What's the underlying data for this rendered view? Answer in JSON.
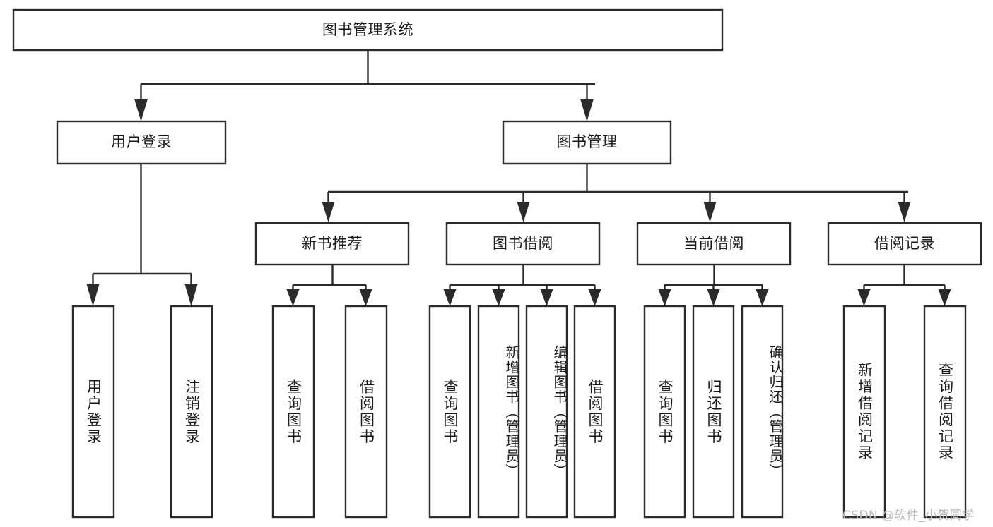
{
  "diagram": {
    "title": "图书管理系统",
    "watermark": "CSDN @软件_小贺同学",
    "colors": {
      "stroke": "#2b2b2b",
      "fill": "#ffffff",
      "text": "#1a1a1a",
      "watermark": "#b9b9b9",
      "background": "#ffffff"
    },
    "root": {
      "label": "图书管理系统",
      "orientation": "horizontal"
    },
    "level2": [
      {
        "label": "用户登录",
        "orientation": "horizontal"
      },
      {
        "label": "图书管理",
        "orientation": "horizontal"
      }
    ],
    "level3": [
      {
        "label": "新书推荐",
        "orientation": "horizontal"
      },
      {
        "label": "图书借阅",
        "orientation": "horizontal"
      },
      {
        "label": "当前借阅",
        "orientation": "horizontal"
      },
      {
        "label": "借阅记录",
        "orientation": "horizontal"
      }
    ],
    "leaves": {
      "user_login": [
        {
          "label": "用户登录",
          "orientation": "vertical"
        },
        {
          "label": "注销登录",
          "orientation": "vertical"
        }
      ],
      "new_book_recommend": [
        {
          "label": "查询图书",
          "orientation": "vertical"
        },
        {
          "label": "借阅图书",
          "orientation": "vertical"
        }
      ],
      "book_borrow": [
        {
          "label": "查询图书",
          "orientation": "vertical"
        },
        {
          "label": "新增图书（管理员）",
          "orientation": "vertical"
        },
        {
          "label": "编辑图书（管理员）",
          "orientation": "vertical"
        },
        {
          "label": "借阅图书",
          "orientation": "vertical"
        }
      ],
      "current_borrow": [
        {
          "label": "查询图书",
          "orientation": "vertical"
        },
        {
          "label": "归还图书",
          "orientation": "vertical"
        },
        {
          "label": "确认归还（管理员）",
          "orientation": "vertical"
        }
      ],
      "borrow_record": [
        {
          "label": "新增借阅记录",
          "orientation": "vertical"
        },
        {
          "label": "查询借阅记录",
          "orientation": "vertical"
        }
      ]
    }
  }
}
